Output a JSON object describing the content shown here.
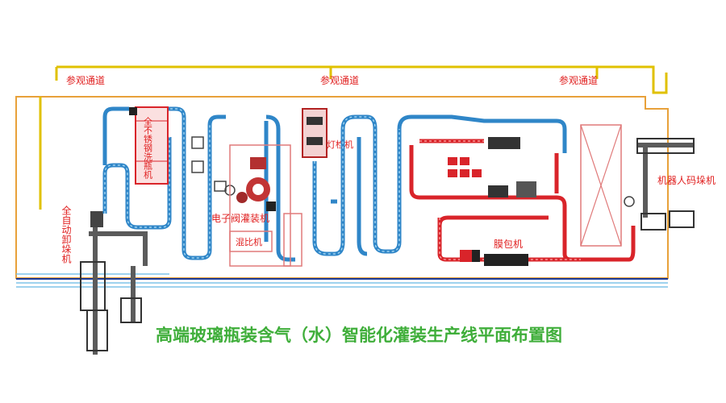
{
  "visitor_passage": [
    "参观通道",
    "参观通道",
    "参观通道"
  ],
  "machines": {
    "unpacker": "全自动卸垛机",
    "bottle_washer": "全不锈钢洗瓶机",
    "filler": "电子阀灌装机",
    "mixer": "混比机",
    "light_inspection": "灯检机",
    "shrink_wrapper": "膜包机",
    "robot_palletizer": "机器人码垛机"
  },
  "title": "高端玻璃瓶装含气（水）智能化灌装生产线平面布置图",
  "colors": {
    "conveyor_blue": "#2f86c8",
    "conveyor_red": "#d9242a",
    "boundary_yellow": "#e0c100",
    "title_green": "#3fae3a",
    "label_red": "#e01e1e"
  }
}
